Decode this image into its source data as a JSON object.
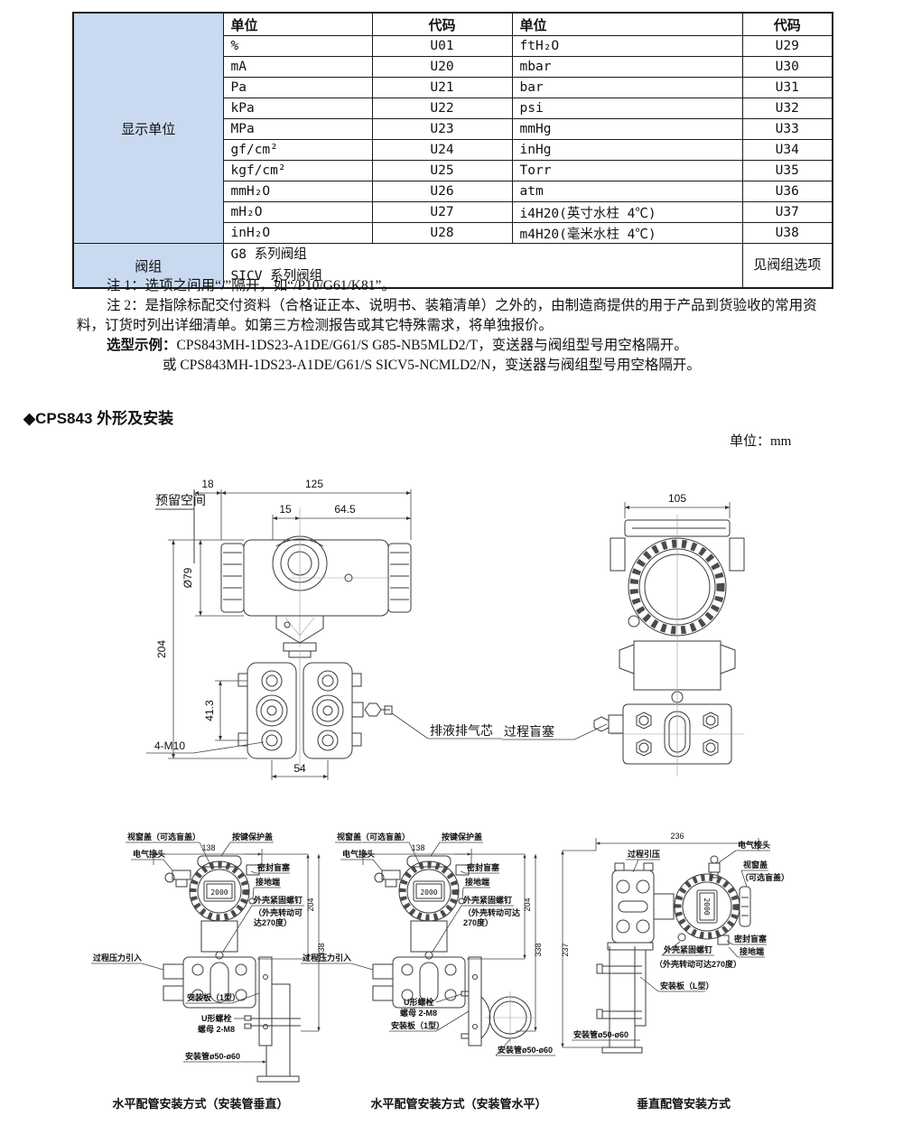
{
  "colors": {
    "table_accent": "#c9daf0",
    "line": "#3a3a3a"
  },
  "units_table": {
    "group_display": "显示单位",
    "group_valve": "阀组",
    "headers": {
      "unit_a": "单位",
      "code_a": "代码",
      "unit_b": "单位",
      "code_b": "代码"
    },
    "rows": [
      {
        "ua": "%",
        "ca": "U01",
        "ub": "ftH₂O",
        "cb": "U29"
      },
      {
        "ua": "mA",
        "ca": "U20",
        "ub": "mbar",
        "cb": "U30"
      },
      {
        "ua": "Pa",
        "ca": "U21",
        "ub": "bar",
        "cb": "U31"
      },
      {
        "ua": "kPa",
        "ca": "U22",
        "ub": "psi",
        "cb": "U32"
      },
      {
        "ua": "MPa",
        "ca": "U23",
        "ub": "mmHg",
        "cb": "U33"
      },
      {
        "ua": "gf/cm²",
        "ca": "U24",
        "ub": "inHg",
        "cb": "U34"
      },
      {
        "ua": "kgf/cm²",
        "ca": "U25",
        "ub": "Torr",
        "cb": "U35"
      },
      {
        "ua": "mmH₂O",
        "ca": "U26",
        "ub": "atm",
        "cb": "U36"
      },
      {
        "ua": "mH₂O",
        "ca": "U27",
        "ub": "i4H20(英寸水柱 4℃)",
        "cb": "U37"
      },
      {
        "ua": "inH₂O",
        "ca": "U28",
        "ub": "m4H20(毫米水柱 4℃)",
        "cb": "U38"
      }
    ],
    "valve_option_1": "G8 系列阀组",
    "valve_option_2": "SICV 系列阀组",
    "valve_code_note": "见阀组选项"
  },
  "notes": {
    "note1": "注 1：选项之间用“/”隔开，如“/P10/G61/K81”。",
    "note2": "注 2：是指除标配交付资料（合格证正本、说明书、装箱清单）之外的，由制造商提供的用于产品到货验收的常用资料，订货时列出详细清单。如第三方检测报告或其它特殊需求，将单独报价。",
    "example_label": "选型示例：",
    "example_text": "CPS843MH-1DS23-A1DE/G61/S  G85-NB5MLD2/T，变送器与阀组型号用空格隔开。",
    "example_alt": "或 CPS843MH-1DS23-A1DE/G61/S  SICV5-NCMLD2/N，变送器与阀组型号用空格隔开。"
  },
  "section": {
    "bullet": "◆",
    "title": "CPS843 外形及安装"
  },
  "page": {
    "units_note": "单位：mm"
  },
  "outline_front": {
    "reserved": "预留空间",
    "d18": "18",
    "d125": "125",
    "d15": "15",
    "d645": "64.5",
    "d79": "Ø79",
    "d204": "204",
    "d413": "41.3",
    "d54": "54",
    "bolts": "4-M10",
    "vent": "排液排气芯"
  },
  "outline_side": {
    "d105": "105",
    "plug": "过程盲塞"
  },
  "install_a": {
    "window": "视窗盖（可选盲盖）",
    "keycover": "按键保护盖",
    "elec": "电气接头",
    "seal": "密封盲塞",
    "ground": "接地端",
    "screw1": "外壳紧固螺钉",
    "screw2": "（外壳转动可",
    "screw3": "达270度）",
    "process": "过程压力引入",
    "plate": "安装板（1型）",
    "ubolt1": "U形螺栓",
    "ubolt2": "螺母 2-M8",
    "pipe": "安装管ø50-ø60",
    "d138": "138",
    "d204": "204",
    "d338": "338",
    "lcd": "2000",
    "caption": "水平配管安装方式（安装管垂直）"
  },
  "install_b": {
    "window": "视窗盖（可选盲盖）",
    "keycover": "按键保护盖",
    "elec": "电气接头",
    "seal": "密封盲塞",
    "ground": "接地端",
    "screw1": "外壳紧固螺钉",
    "screw2": "（外壳转动可达",
    "screw3": "270度）",
    "process": "过程压力引入",
    "plate": "安装板（1型）",
    "ubolt1": "U形螺栓",
    "ubolt2": "螺母 2-M8",
    "pipe": "安装管ø50-ø60",
    "d138": "138",
    "d204": "204",
    "d338": "338",
    "lcd": "2000",
    "caption": "水平配管安装方式（安装管水平）"
  },
  "install_c": {
    "d236": "236",
    "process": "过程引压",
    "elec": "电气接头",
    "window1": "视窗盖",
    "window2": "（可选盲盖）",
    "seal": "密封盲塞",
    "ground": "接地端",
    "screw1": "外壳紧固螺钉",
    "screw2": "（外壳转动可达270度）",
    "plate": "安装板（L型）",
    "pipe": "安装管ø50-ø60",
    "d237": "237",
    "lcd": "2000",
    "caption": "垂直配管安装方式"
  }
}
